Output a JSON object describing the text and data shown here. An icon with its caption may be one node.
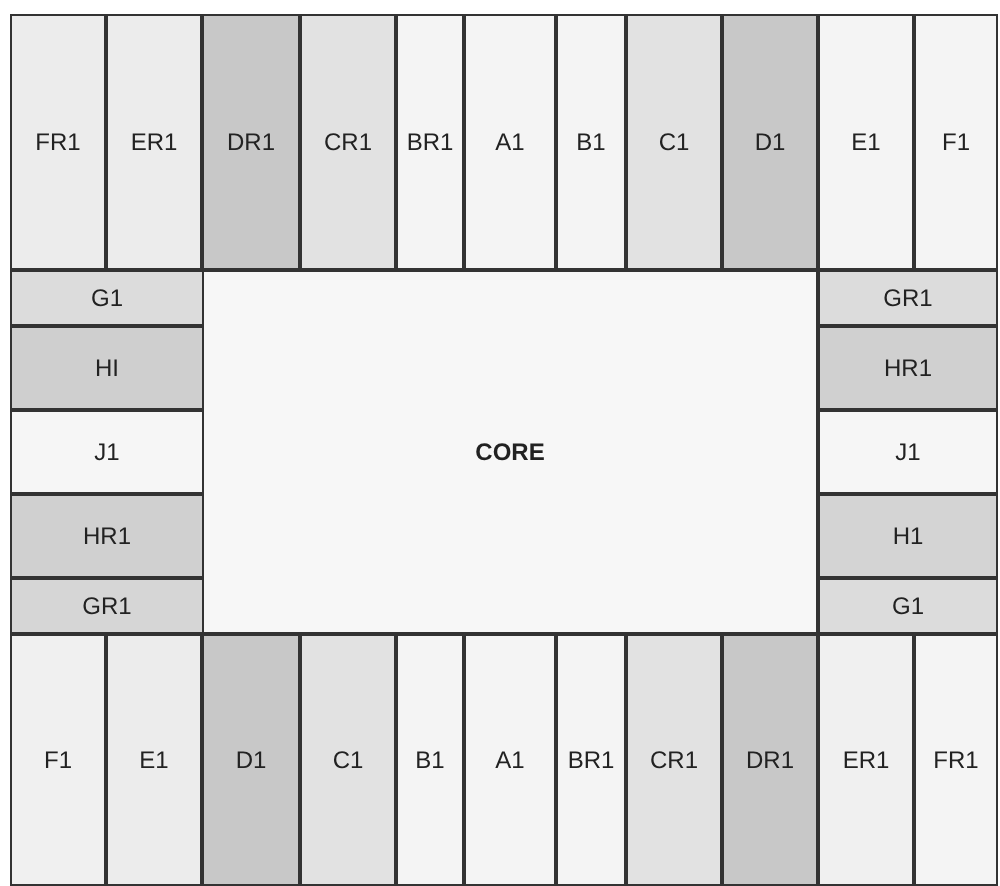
{
  "diagram": {
    "nodes": [
      {
        "text": [
          "FR1"
        ]
      },
      {
        "text": [
          "ER1"
        ]
      },
      {
        "text": [
          "DR1"
        ]
      },
      {
        "text": [
          "CR1"
        ]
      },
      {
        "text": [
          "BR1"
        ]
      },
      {
        "text": [
          "A1"
        ]
      },
      {
        "text": [
          "B1"
        ]
      },
      {
        "text": [
          "C1"
        ]
      },
      {
        "text": [
          "D1"
        ]
      },
      {
        "text": [
          "E1"
        ]
      },
      {
        "text": [
          "F1"
        ]
      },
      {
        "text": [
          "G1"
        ]
      },
      {
        "text": [
          "GR1"
        ]
      },
      {
        "text": [
          "HI"
        ]
      },
      {
        "text": [
          "HR1"
        ]
      },
      {
        "text": [
          "J1"
        ]
      },
      {
        "text": [
          "CORE"
        ]
      },
      {
        "text": [
          "J1"
        ]
      },
      {
        "text": [
          "HR1"
        ]
      },
      {
        "text": [
          "H1"
        ]
      },
      {
        "text": [
          "GR1"
        ]
      },
      {
        "text": [
          "G1"
        ]
      },
      {
        "text": [
          "F1"
        ]
      },
      {
        "text": [
          "E1"
        ]
      },
      {
        "text": [
          "D1"
        ]
      },
      {
        "text": [
          "C1"
        ]
      },
      {
        "text": [
          "B1"
        ]
      },
      {
        "text": [
          "A1"
        ]
      },
      {
        "text": [
          "BR1"
        ]
      },
      {
        "text": [
          "CR1"
        ]
      },
      {
        "text": [
          "DR1"
        ]
      },
      {
        "text": [
          "ER1"
        ]
      },
      {
        "text": [
          "FR1"
        ]
      }
    ]
  }
}
